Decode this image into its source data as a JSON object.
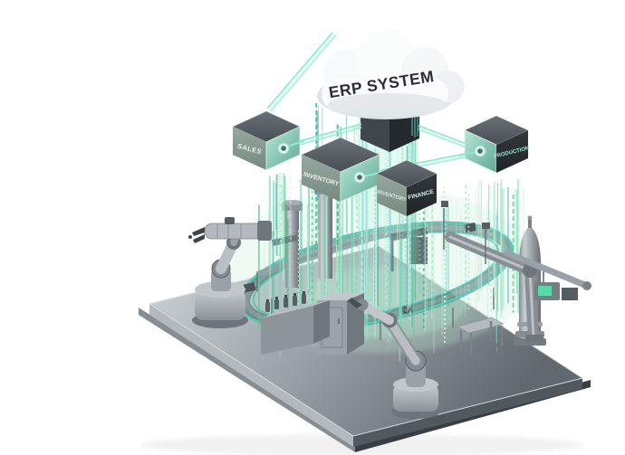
{
  "cloud": {
    "label": "ERP SYSTEM"
  },
  "modules": {
    "sales": {
      "label": "SALES"
    },
    "inventory": {
      "label": "INVENTORY"
    },
    "finance": {
      "label": "FINANCE",
      "left_face_label": "INVENTORY"
    },
    "production": {
      "label": "PRODUCTION"
    }
  },
  "colors": {
    "background": "#ffffff",
    "beam_teal": "#8fe8d2",
    "cube_glow_face": "#8fd0bb",
    "cloud_white": "#fafbfc",
    "platform_gray": "#8d969b",
    "label_dark": "#2b2f33",
    "label_light": "#eef7f3",
    "stream_palette": [
      "#c3ead4",
      "#8fd9b2",
      "#5cc794",
      "#3fae83",
      "#6fd9c2",
      "#4bbcae",
      "#a5ecd2",
      "#def5e6"
    ],
    "stream_palette_bright": [
      "#57c9dd",
      "#8ee6f0",
      "#d2f7e8",
      "#b5f2de"
    ]
  }
}
